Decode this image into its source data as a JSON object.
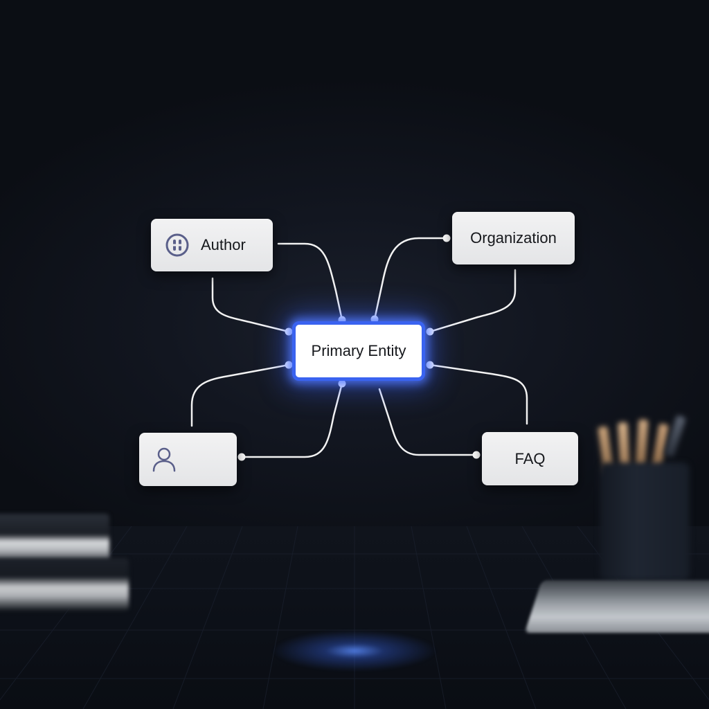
{
  "diagram": {
    "nodes": {
      "author": {
        "label": "Author",
        "icon": "author-icon"
      },
      "organization": {
        "label": "Organization"
      },
      "primary": {
        "label": "Primary Entity"
      },
      "person": {
        "label": "",
        "icon": "person-icon"
      },
      "faq": {
        "label": "FAQ"
      }
    },
    "edges": [
      {
        "from": "author",
        "to": "primary"
      },
      {
        "from": "author",
        "to": "primary"
      },
      {
        "from": "organization",
        "to": "primary"
      },
      {
        "from": "organization",
        "to": "primary"
      },
      {
        "from": "person",
        "to": "primary"
      },
      {
        "from": "person",
        "to": "primary"
      },
      {
        "from": "faq",
        "to": "primary"
      },
      {
        "from": "faq",
        "to": "primary"
      }
    ],
    "colors": {
      "primary_border": "#3a63f0",
      "node_fill": "#ececee",
      "wire": "#f2f2f2",
      "background": "#0b0e14",
      "icon": "#5a5f8a"
    }
  }
}
